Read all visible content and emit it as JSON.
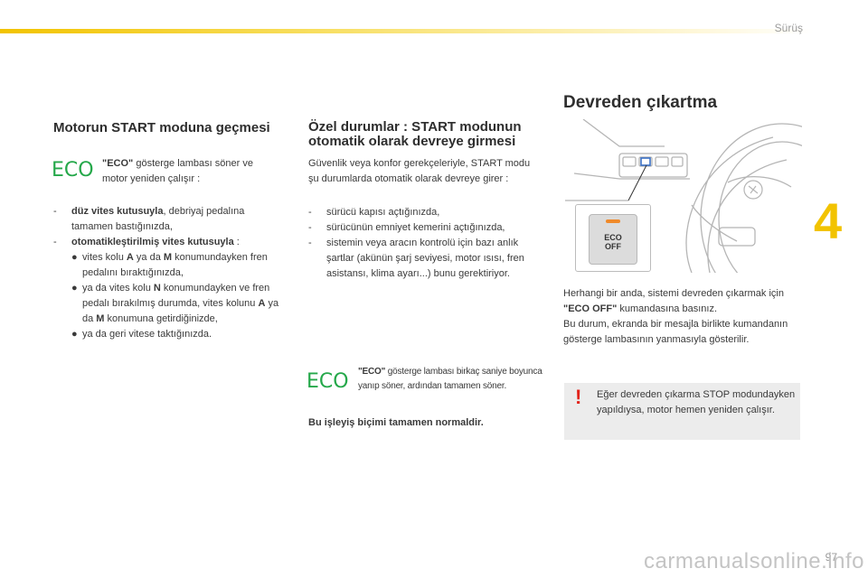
{
  "header": {
    "section": "Sürüş",
    "chapter": "4",
    "page": "97"
  },
  "watermark": "carmanualsonline.info",
  "left": {
    "title": "Motorun START moduna geçmesi",
    "eco_icon": "ECO",
    "eco_bold": "\"ECO\"",
    "eco_text": " gösterge lambası söner ve motor yeniden çalışır :",
    "item1_bold": "düz vites kutusuyla",
    "item1_text": ", debriyaj pedalına tamamen bastığınızda,",
    "item2_bold": "otomatikleştirilmiş vites kutusuyla",
    "item2_text": " :",
    "sub1_a": "vites kolu ",
    "sub1_b": "A",
    "sub1_c": " ya da ",
    "sub1_d": "M",
    "sub1_e": " konumundayken fren pedalını bıraktığınızda,",
    "sub2_a": "ya da vites kolu ",
    "sub2_b": "N",
    "sub2_c": " konumundayken ve fren pedalı bırakılmış durumda, vites kolunu ",
    "sub2_d": "A",
    "sub2_e": " ya da ",
    "sub2_f": "M",
    "sub2_g": " konumuna getirdiğinizde,",
    "sub3": "ya da geri vitese taktığınızda."
  },
  "middle": {
    "title": "Özel durumlar : START modunun otomatik olarak devreye girmesi",
    "intro": "Güvenlik veya konfor gerekçeleriyle, START modu şu durumlarda otomatik olarak devreye girer :",
    "items": [
      "sürücü kapısı açtığınızda,",
      "sürücünün emniyet kemerini açtığınızda,",
      "sistemin veya aracın kontrolü için bazı anlık şartlar (akünün şarj seviyesi, motor ısısı, fren asistansı, klima ayarı...) bunu gerektiriyor."
    ],
    "eco_icon": "ECO",
    "eco_bold": "\"ECO\"",
    "eco_text": " gösterge lambası birkaç saniye boyunca yanıp söner, ardından tamamen söner.",
    "final": "Bu işleyiş biçimi tamamen normaldir."
  },
  "right": {
    "title": "Devreden çıkartma",
    "button_line1": "ECO",
    "button_line2": "OFF",
    "text_a": "Herhangi bir anda, sistemi devreden çıkarmak için ",
    "text_bold": "\"ECO OFF\"",
    "text_b": " kumandasına basınız.",
    "text_c": "Bu durum, ekranda bir mesajla birlikte kumandanın gösterge lambasının yanmasıyla gösterilir.",
    "warn_icon": "!",
    "warn_text": "Eğer devreden çıkarma STOP modundayken yapıldıysa, motor hemen yeniden çalışır."
  },
  "colors": {
    "accent": "#f2c300",
    "eco_green": "#25a84a",
    "warning_red": "#e2231a",
    "led_orange": "#f08a2a"
  }
}
